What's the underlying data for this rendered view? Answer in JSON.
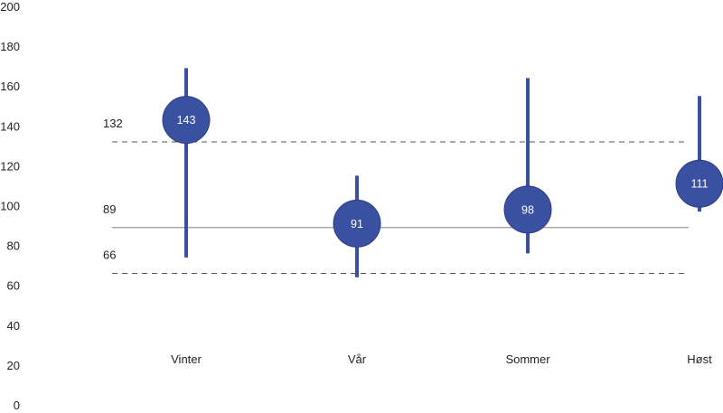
{
  "chart_data": {
    "type": "scatter",
    "title": "",
    "xlabel": "",
    "ylabel": "",
    "ylim": [
      0,
      200
    ],
    "y_ticks": [
      "0",
      "20",
      "40",
      "60",
      "80",
      "100",
      "120",
      "140",
      "160",
      "180",
      "200"
    ],
    "grid": false,
    "categories": [
      "Vinter",
      "Vår",
      "Sommer",
      "Høst"
    ],
    "series": [
      {
        "values": [
          143,
          91,
          98,
          111
        ],
        "labels": [
          "143",
          "91",
          "98",
          "111"
        ],
        "low": [
          74,
          64,
          76,
          97
        ],
        "high": [
          169,
          115,
          164,
          155
        ]
      }
    ],
    "reference_lines": [
      {
        "value": 132,
        "label": "132",
        "style": "dashed"
      },
      {
        "value": 89,
        "label": "89",
        "style": "solid"
      },
      {
        "value": 66,
        "label": "66",
        "style": "dashed"
      }
    ],
    "colors": {
      "marker": "#3a50a0",
      "marker_outline": "#2c3f85",
      "range_line": "#3a50a0",
      "reference": "#555555",
      "solid_reference": "#9a9a9a"
    }
  }
}
